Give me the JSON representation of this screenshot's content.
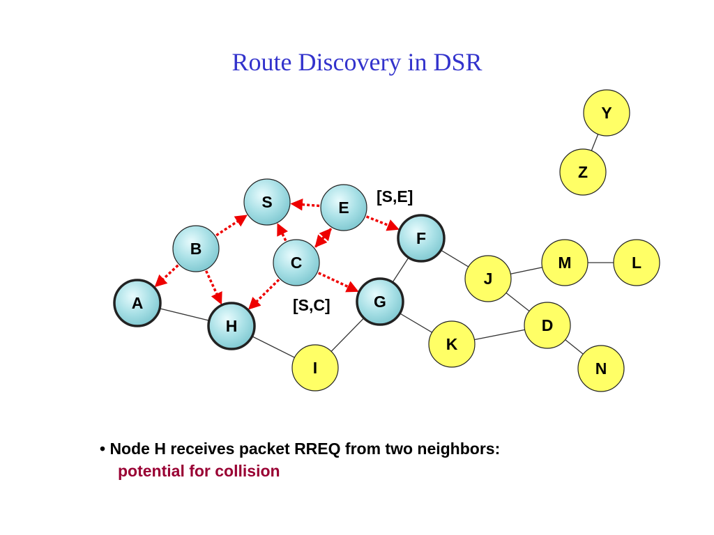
{
  "title": "Route Discovery in DSR",
  "nodes": [
    {
      "id": "S",
      "style": "blue"
    },
    {
      "id": "E",
      "style": "blue"
    },
    {
      "id": "B",
      "style": "blue"
    },
    {
      "id": "C",
      "style": "blue"
    },
    {
      "id": "A",
      "style": "blue-bold"
    },
    {
      "id": "H",
      "style": "blue-bold"
    },
    {
      "id": "G",
      "style": "blue-bold"
    },
    {
      "id": "F",
      "style": "blue-bold"
    },
    {
      "id": "Y",
      "style": "yellow"
    },
    {
      "id": "Z",
      "style": "yellow"
    },
    {
      "id": "J",
      "style": "yellow"
    },
    {
      "id": "M",
      "style": "yellow"
    },
    {
      "id": "L",
      "style": "yellow"
    },
    {
      "id": "D",
      "style": "yellow"
    },
    {
      "id": "K",
      "style": "yellow"
    },
    {
      "id": "I",
      "style": "yellow"
    },
    {
      "id": "N",
      "style": "yellow"
    }
  ],
  "links": [
    [
      "A",
      "H"
    ],
    [
      "H",
      "I"
    ],
    [
      "I",
      "G"
    ],
    [
      "G",
      "F"
    ],
    [
      "G",
      "K"
    ],
    [
      "F",
      "J"
    ],
    [
      "J",
      "M"
    ],
    [
      "M",
      "L"
    ],
    [
      "J",
      "D"
    ],
    [
      "K",
      "D"
    ],
    [
      "D",
      "N"
    ],
    [
      "Y",
      "Z"
    ]
  ],
  "rreq_arrows": [
    [
      "E",
      "S"
    ],
    [
      "B",
      "S"
    ],
    [
      "B",
      "A"
    ],
    [
      "B",
      "H"
    ],
    [
      "C",
      "S"
    ],
    [
      "C",
      "E"
    ],
    [
      "E",
      "C"
    ],
    [
      "E",
      "F"
    ],
    [
      "C",
      "G"
    ],
    [
      "C",
      "H"
    ]
  ],
  "path_labels": {
    "se": "[S,E]",
    "sc": "[S,C]"
  },
  "caption": {
    "line1": "• Node H receives packet RREQ from two neighbors:",
    "line2": "potential for collision"
  },
  "colors": {
    "title": "#3333cc",
    "blue_node": "#a8e0e6",
    "yellow_node": "#ffff66",
    "arrow": "#ee0000",
    "emphasis": "#990033"
  }
}
